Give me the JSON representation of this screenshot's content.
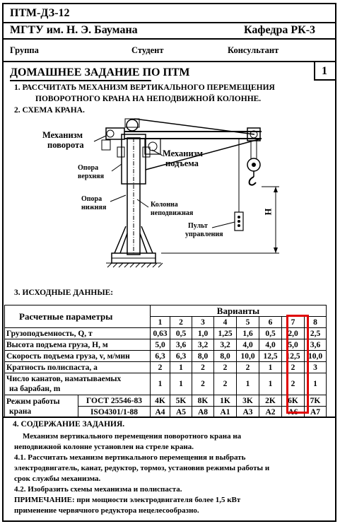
{
  "header": {
    "code": "ПТМ-ДЗ-12",
    "university": "МГТУ им. Н. Э. Баумана",
    "department": "Кафедра РК-3",
    "group_label": "Группа",
    "student_label": "Студент",
    "consultant_label": "Консультант",
    "page_number": "1"
  },
  "title": "ДОМАШНЕЕ ЗАДАНИЕ ПО ПТМ",
  "task1_line1": "1. РАССЧИТАТЬ  МЕХАНИЗМ ВЕРТИКАЛЬНОГО   ПЕРЕМЕЩЕНИЯ",
  "task1_line2": "ПОВОРОТНОГО КРАНА НА НЕПОДВИЖНОЙ КОЛОННЕ.",
  "task2": "2. СХЕМА КРАНА.",
  "diagram": {
    "mech_rot_1": "Механизм",
    "mech_rot_2": "поворота",
    "mech_lift_1": "Механизм",
    "mech_lift_2": "подъема",
    "support_top_1": "Опора",
    "support_top_2": "верхняя",
    "support_bottom_1": "Опора",
    "support_bottom_2": "нижняя",
    "column_1": "Колонна",
    "column_2": "неподвижная",
    "pendant_1": "Пульт",
    "pendant_2": "управления",
    "height_label": "H"
  },
  "section3": "3. ИСХОДНЫЕ ДАННЫЕ:",
  "table": {
    "param_header": "Расчетные параметры",
    "variants_header": "Варианты",
    "variant_numbers": [
      "1",
      "2",
      "3",
      "4",
      "5",
      "6",
      "7",
      "8"
    ],
    "rows": [
      {
        "label": "Грузоподъемность, Q, т",
        "values": [
          "0,63",
          "0,5",
          "1,0",
          "1,25",
          "1,6",
          "0,5",
          "2,0",
          "2,5"
        ]
      },
      {
        "label": "Высота подъема груза, H, м",
        "values": [
          "5,0",
          "3,6",
          "3,2",
          "3,2",
          "4,0",
          "4,0",
          "5,0",
          "3,6"
        ]
      },
      {
        "label": "Скорость подъема груза, v, м/мин",
        "values": [
          "6,3",
          "6,3",
          "8,0",
          "8,0",
          "10,0",
          "12,5",
          "12,5",
          "10,0"
        ]
      },
      {
        "label": "Кратность полиспаста, a",
        "values": [
          "2",
          "1",
          "2",
          "2",
          "2",
          "1",
          "2",
          "3"
        ]
      }
    ],
    "ropes_label_1": "Число канатов, наматываемых",
    "ropes_label_2": "на  барабан, m",
    "ropes_values": [
      "1",
      "1",
      "2",
      "2",
      "1",
      "1",
      "2",
      "1"
    ],
    "mode_label_1": "Режим работы",
    "mode_label_2": "крана",
    "gost_label": "ГОСТ 25546-83",
    "gost_values": [
      "4K",
      "5K",
      "8K",
      "1K",
      "3K",
      "2K",
      "6K",
      "7K"
    ],
    "iso_label": "ISO4301/1-88",
    "iso_values": [
      "A4",
      "A5",
      "A8",
      "A1",
      "A3",
      "A2",
      "A6",
      "A7"
    ]
  },
  "section4": {
    "heading": "4. СОДЕРЖАНИЕ ЗАДАНИЯ.",
    "p1_line1": "Механизм вертикального перемещения  поворотного крана на",
    "p1_line2": "неподвижной колонне установлен  на стреле  крана.",
    "p2_line1": "4.1. Рассчитать механизм вертикального перемещения и выбрать",
    "p2_line2": "электродвигатель, канат, редуктор, тормоз, установив режимы работы и",
    "p2_line3": "срок службы механизма.",
    "p3": "4.2. Изобразить схемы механизма и полиспаста.",
    "note_line1": "ПРИМЕЧАНИЕ:   при мощности электродвигателя более 1,5 кВт",
    "note_line2": "применение червячного редуктора нецелесообразно."
  },
  "colors": {
    "highlight": "#e00000"
  }
}
